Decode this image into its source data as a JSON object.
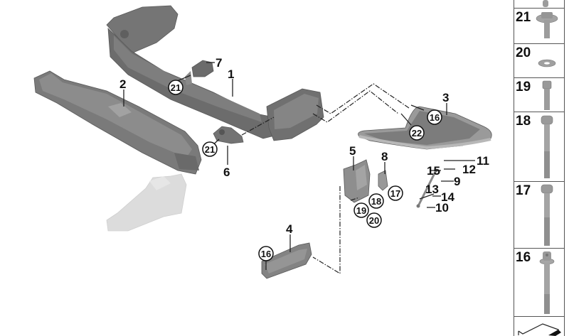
{
  "diagram": {
    "title": "Exploded parts diagram – rear bumper carrier and brackets",
    "callouts": [
      {
        "id": "1",
        "label": "1"
      },
      {
        "id": "2",
        "label": "2"
      },
      {
        "id": "3",
        "label": "3"
      },
      {
        "id": "4",
        "label": "4"
      },
      {
        "id": "5",
        "label": "5"
      },
      {
        "id": "6",
        "label": "6"
      },
      {
        "id": "7",
        "label": "7"
      },
      {
        "id": "8",
        "label": "8"
      },
      {
        "id": "9",
        "label": "9"
      },
      {
        "id": "10",
        "label": "10"
      },
      {
        "id": "11",
        "label": "11"
      },
      {
        "id": "12",
        "label": "12"
      },
      {
        "id": "13",
        "label": "13"
      },
      {
        "id": "14",
        "label": "14"
      },
      {
        "id": "15",
        "label": "15"
      }
    ],
    "circled_callouts": [
      {
        "id": "21a",
        "label": "21"
      },
      {
        "id": "21b",
        "label": "21"
      },
      {
        "id": "16a",
        "label": "16"
      },
      {
        "id": "22",
        "label": "22"
      },
      {
        "id": "17",
        "label": "17"
      },
      {
        "id": "18",
        "label": "18"
      },
      {
        "id": "19",
        "label": "19"
      },
      {
        "id": "20",
        "label": "20"
      },
      {
        "id": "16b",
        "label": "16"
      }
    ]
  },
  "parts_panel": {
    "items": [
      {
        "label": "",
        "icon": "bolt-icon"
      },
      {
        "label": "21",
        "icon": "flange-bolt-with-washer-icon"
      },
      {
        "label": "20",
        "icon": "washer-icon"
      },
      {
        "label": "19",
        "icon": "socket-head-bolt-icon"
      },
      {
        "label": "18",
        "icon": "hex-flange-bolt-icon"
      },
      {
        "label": "17",
        "icon": "hex-flange-bolt-icon"
      },
      {
        "label": "16",
        "icon": "torx-flange-bolt-icon"
      },
      {
        "label": "",
        "icon": "shape-symbol-icon"
      }
    ]
  },
  "colors": {
    "part_dark": "#6e6e6e",
    "part_mid": "#8a8a8a",
    "part_light": "#a8a8a8",
    "part_ghost": "#dedede",
    "text": "#111111",
    "bolt": "#9c9c9c"
  }
}
